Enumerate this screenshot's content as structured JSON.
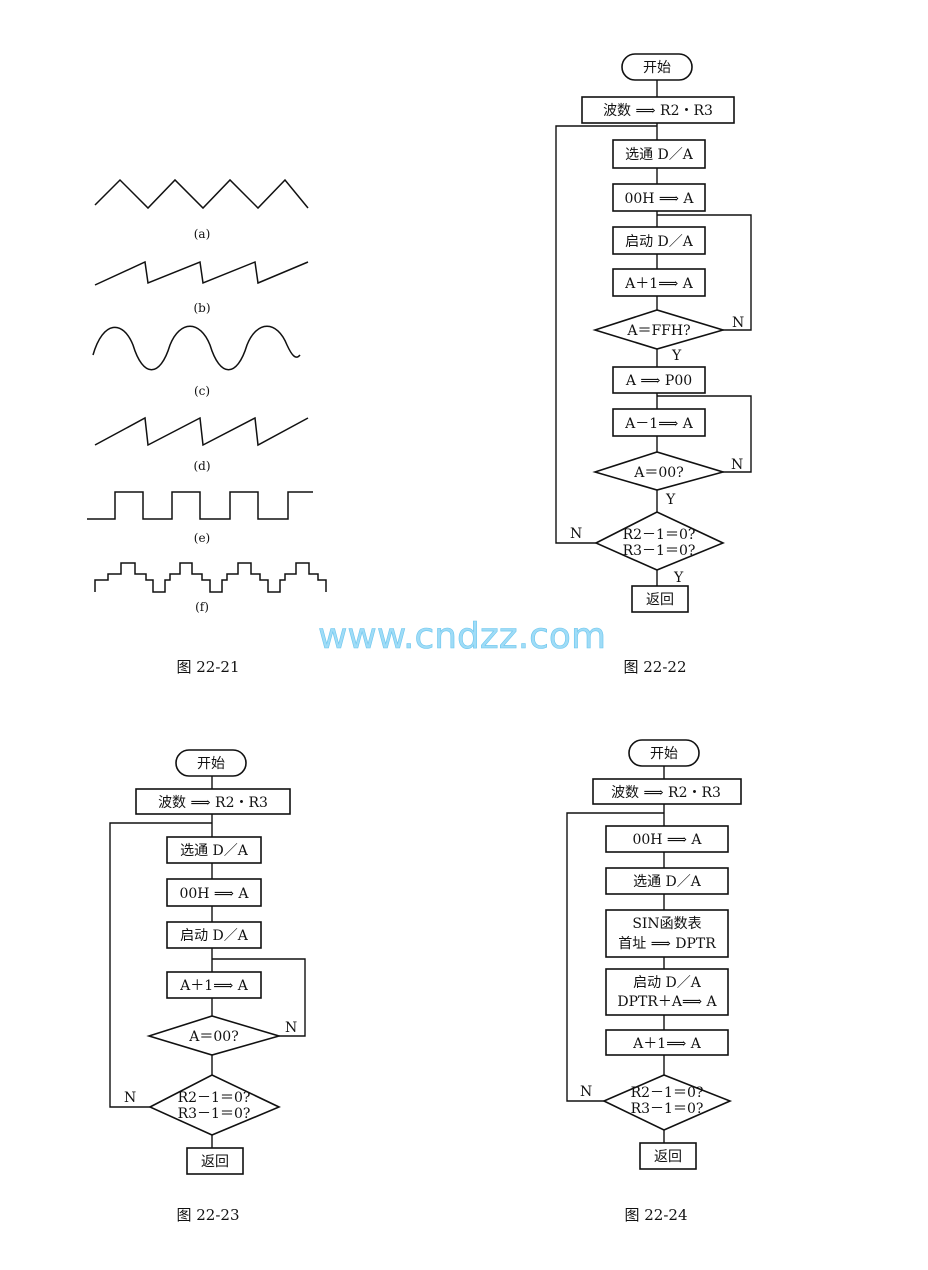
{
  "fig21": {
    "caption": "图 22-21",
    "labels": [
      "(a)",
      "(b)",
      "(c)",
      "(d)",
      "(e)",
      "(f)"
    ]
  },
  "fig22": {
    "caption": "图 22-22",
    "start": "开始",
    "set_count": "波数 ⟹ R2・R3",
    "select_da": "选通 D／A",
    "zero_a": "00H ⟹ A",
    "start_da": "启动 D／A",
    "inc_a": "A＋1⟹ A",
    "check_ffh": "A＝FFH?",
    "out_p00": "A ⟹ P00",
    "dec_a": "A－1⟹ A",
    "check_00": "A＝00?",
    "check_r_1": "R2－1＝0?",
    "check_r_2": "R3－1＝0?",
    "return": "返回",
    "yes": "Y",
    "no": "N"
  },
  "fig23": {
    "caption": "图 22-23",
    "start": "开始",
    "set_count": "波数 ⟹ R2・R3",
    "select_da": "选通 D／A",
    "zero_a": "00H ⟹ A",
    "start_da": "启动 D／A",
    "inc_a": "A＋1⟹ A",
    "check_00": "A＝00?",
    "check_r_1": "R2－1＝0?",
    "check_r_2": "R3－1＝0?",
    "return": "返回",
    "no": "N"
  },
  "fig24": {
    "caption": "图 22-24",
    "start": "开始",
    "set_count": "波数 ⟹ R2・R3",
    "zero_a": "00H ⟹ A",
    "select_da": "选通 D／A",
    "sin_table_1": "SIN函数表",
    "sin_table_2": "首址 ⟹ DPTR",
    "start_da_1": "启动 D／A",
    "start_da_2": "DPTR＋A⟹ A",
    "inc_a": "A＋1⟹ A",
    "check_r_1": "R2－1＝0?",
    "check_r_2": "R3－1＝0?",
    "return": "返回",
    "no": "N"
  },
  "watermark": "www.cndzz.com"
}
